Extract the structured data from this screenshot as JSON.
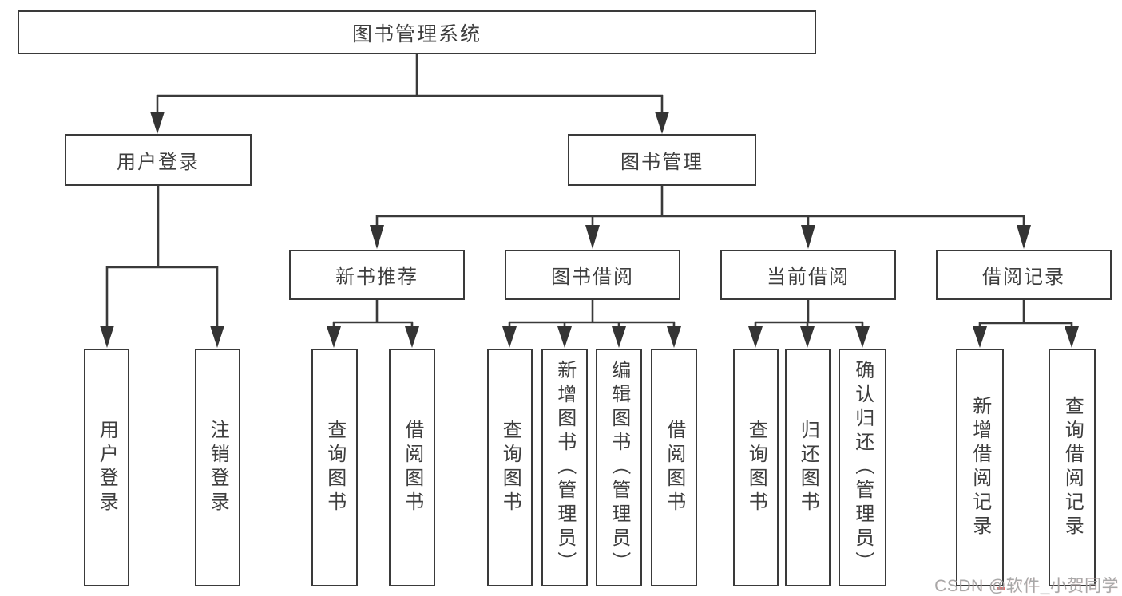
{
  "diagram": {
    "root": "图书管理系统",
    "level2": {
      "user_login": "用户登录",
      "book_management": "图书管理"
    },
    "level3": {
      "new_books": "新书推荐",
      "book_borrowing": "图书借阅",
      "current_borrowing": "当前借阅",
      "borrowing_records": "借阅记录"
    },
    "leaves": {
      "user_login": [
        "用户登录",
        "注销登录"
      ],
      "new_books": [
        "查询图书",
        "借阅图书"
      ],
      "book_borrowing": [
        "查询图书",
        "新增图书（管理员）",
        "编辑图书（管理员）",
        "借阅图书"
      ],
      "current_borrowing": [
        "查询图书",
        "归还图书",
        "确认归还（管理员）"
      ],
      "borrowing_records": [
        "新增借阅记录",
        "查询借阅记录"
      ]
    }
  },
  "watermark": {
    "text": "CSDN @软件_小贺同学"
  },
  "colors": {
    "line": "#3a3a3a",
    "text": "#3e3e3e",
    "watermark": "#9f9f9f",
    "background": "#ffffff",
    "accent_red": "#d95757"
  }
}
